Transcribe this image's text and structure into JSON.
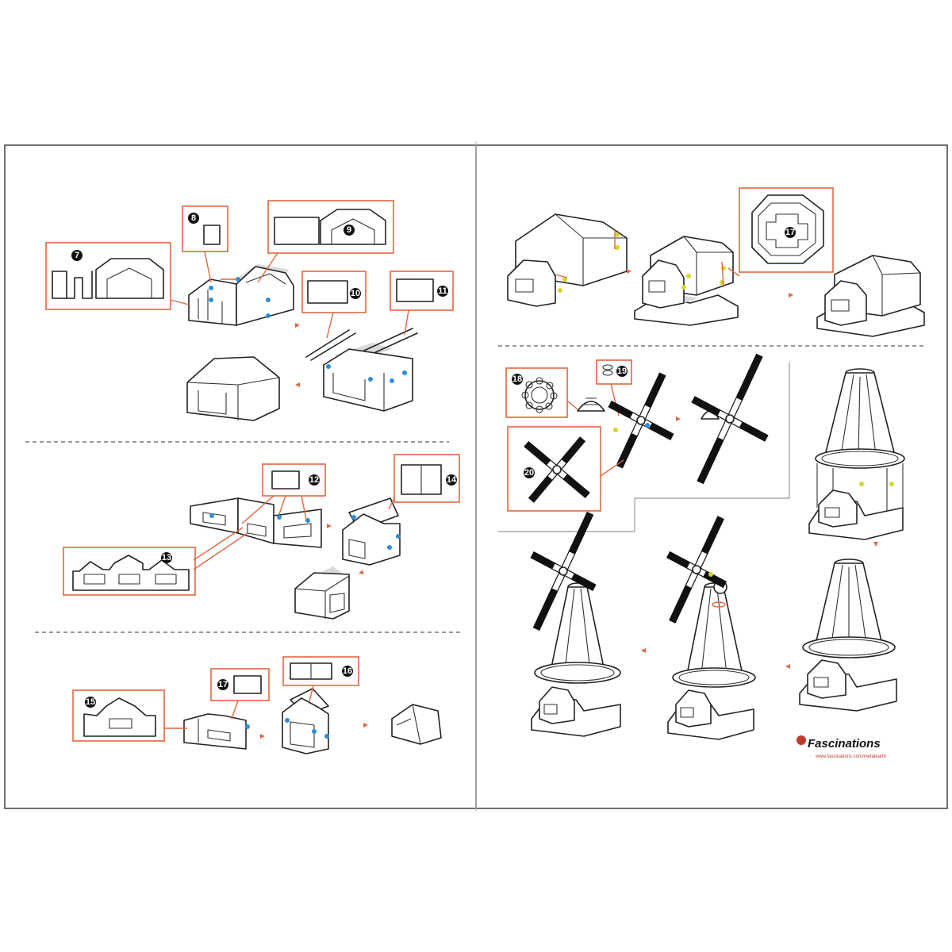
{
  "steps": {
    "s7": "7",
    "s8": "8",
    "s9": "9",
    "s10": "10",
    "s11": "11",
    "s12": "12",
    "s13": "13",
    "s14": "14",
    "s15": "15",
    "s16": "16",
    "s17": "17",
    "s17b": "17",
    "s18": "18",
    "s19": "19",
    "s20": "20"
  },
  "brand": {
    "name": "Fascinations",
    "url": "www.fascinations.com/metalearth"
  },
  "colors": {
    "callout": "#e2673f",
    "connector_dot": "#2e8fd6",
    "tab_dot": "#d7d42a",
    "line": "#222222"
  }
}
